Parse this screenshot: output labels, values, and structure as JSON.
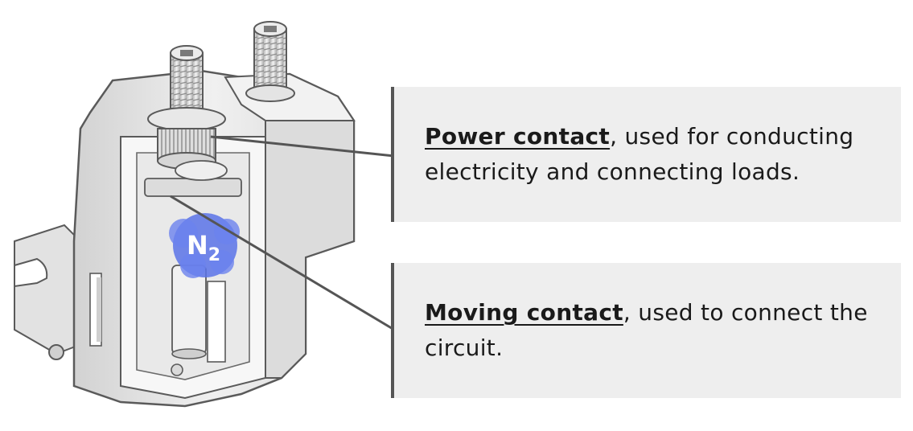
{
  "device": {
    "gas_symbol": "N",
    "gas_subscript": "2"
  },
  "callouts": {
    "power": {
      "term": "Power contact",
      "description": ", used for conducting electricity and connecting loads."
    },
    "moving": {
      "term": "Moving contact",
      "description": ", used to connect the circuit."
    }
  },
  "colors": {
    "callout_background": "#eeeeee",
    "leader_line": "#555555",
    "gas_bubble": "#5b73e8",
    "body_grey": "#e6e6e6",
    "outline": "#5a5a5a"
  }
}
